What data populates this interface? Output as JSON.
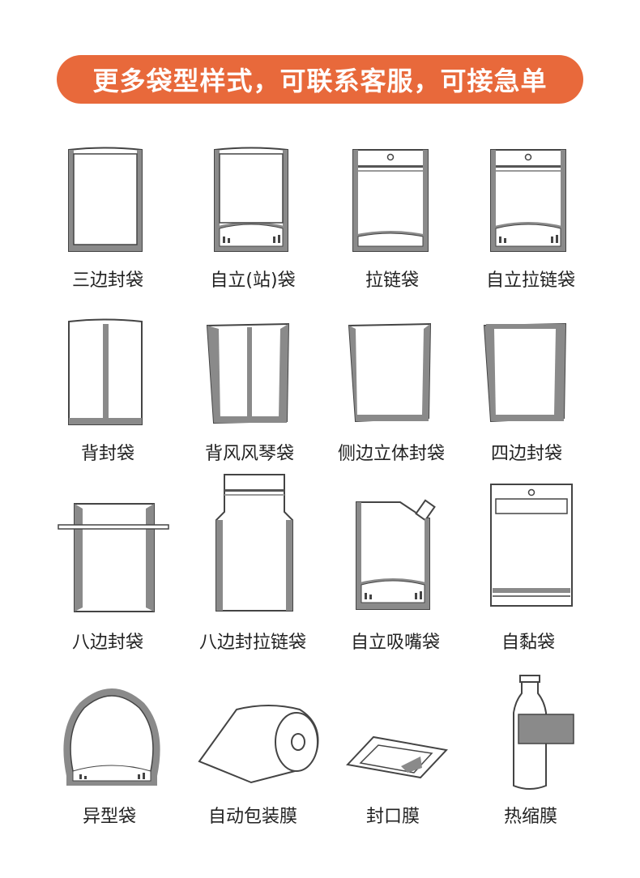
{
  "banner": {
    "text": "更多袋型样式，可联系客服，可接急单"
  },
  "colors": {
    "accent": "#e8693b",
    "stroke": "#444444",
    "gray": "#8a8a8a"
  },
  "items": [
    {
      "label": "三边封袋",
      "icon": "three-side-seal-bag-icon"
    },
    {
      "label": "自立(站)袋",
      "icon": "stand-up-bag-icon"
    },
    {
      "label": "拉链袋",
      "icon": "zipper-bag-icon"
    },
    {
      "label": "自立拉链袋",
      "icon": "stand-up-zipper-bag-icon"
    },
    {
      "label": "背封袋",
      "icon": "back-seal-bag-icon"
    },
    {
      "label": "背风风琴袋",
      "icon": "back-seal-gusset-bag-icon"
    },
    {
      "label": "侧边立体封袋",
      "icon": "side-gusset-bag-icon"
    },
    {
      "label": "四边封袋",
      "icon": "four-side-seal-bag-icon"
    },
    {
      "label": "八边封袋",
      "icon": "eight-side-seal-bag-icon"
    },
    {
      "label": "八边封拉链袋",
      "icon": "eight-side-zipper-bag-icon"
    },
    {
      "label": "自立吸嘴袋",
      "icon": "spout-pouch-icon"
    },
    {
      "label": "自黏袋",
      "icon": "self-adhesive-bag-icon"
    },
    {
      "label": "异型袋",
      "icon": "shaped-bag-icon"
    },
    {
      "label": "自动包装膜",
      "icon": "film-roll-icon"
    },
    {
      "label": "封口膜",
      "icon": "sealing-film-icon"
    },
    {
      "label": "热缩膜",
      "icon": "shrink-film-bottle-icon"
    }
  ]
}
